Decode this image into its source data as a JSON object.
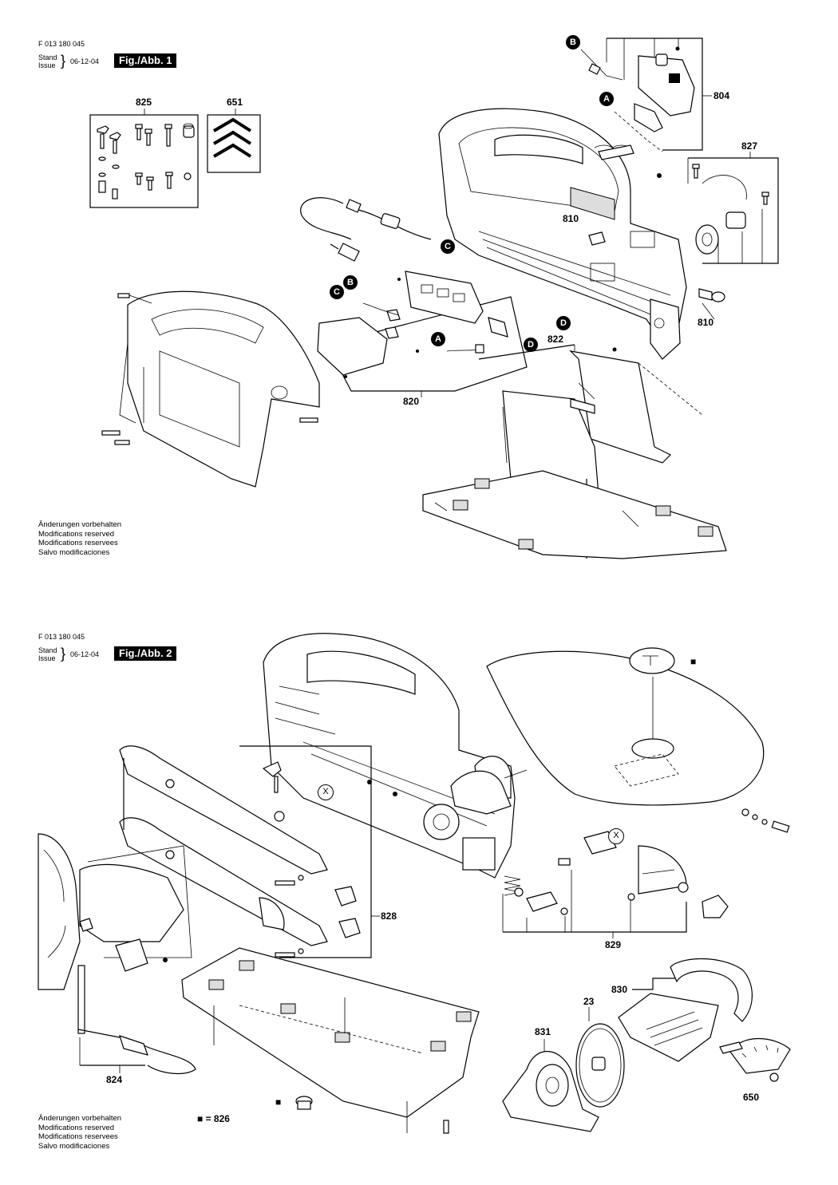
{
  "figure1": {
    "doc_number": "F 013 180 045",
    "stand_label": "Stand",
    "issue_label": "Issue",
    "date": "06-12-04",
    "fig_label": "Fig./Abb. 1",
    "notes": [
      "Änderungen vorbehalten",
      "Modifications reserved",
      "Modifications reservees",
      "Salvo modificaciones"
    ],
    "part_numbers": {
      "p825": "825",
      "p651": "651",
      "p804": "804",
      "p827": "827",
      "p810a": "810",
      "p810b": "810",
      "p822": "822",
      "p820": "820"
    },
    "callouts": {
      "b1": "B",
      "a1": "A",
      "c1": "C",
      "c2": "C",
      "b2": "B",
      "a2": "A",
      "d1": "D",
      "d2": "D"
    }
  },
  "figure2": {
    "doc_number": "F 013 180 045",
    "stand_label": "Stand",
    "issue_label": "Issue",
    "date": "06-12-04",
    "fig_label": "Fig./Abb. 2",
    "notes": [
      "Änderungen vorbehalten",
      "Modifications reserved",
      "Modifications reservees",
      "Salvo modificaciones"
    ],
    "part_numbers": {
      "p828": "828",
      "p829": "829",
      "p830": "830",
      "p23": "23",
      "p831": "831",
      "p650": "650",
      "p824": "824"
    },
    "callouts": {
      "x1": "X",
      "x2": "X"
    },
    "legend": "■ = 826",
    "marker": "■"
  }
}
